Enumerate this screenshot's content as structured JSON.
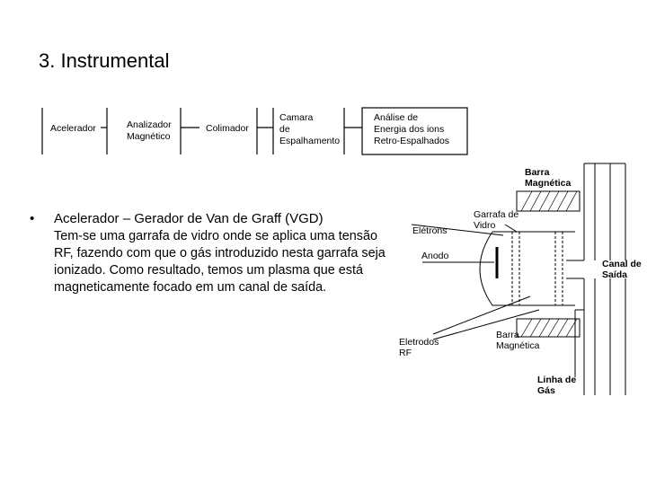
{
  "slide": {
    "title": "3. Instrumental"
  },
  "chain": {
    "boxes": [
      {
        "label": "Acelerador"
      },
      {
        "label": "Analizador\nMagnético"
      },
      {
        "label": "Colimador"
      },
      {
        "label": "Camara\nde\nEspalhamento"
      },
      {
        "label": "Análise de\nEnergia dos ions\nRetro-Espalhados"
      }
    ]
  },
  "bullet": {
    "symbol": "•",
    "heading": "Acelerador",
    "heading_rest": " – Gerador de Van de Graff (VGD)",
    "text": "Tem-se uma garrafa de vidro onde se aplica uma tensão RF, fazendo com que o gás introduzido nesta garrafa seja ionizado. Como resultado, temos um plasma que está magneticamente focado em um canal de saída."
  },
  "diagram": {
    "labels": {
      "barra_top": "Barra\nMagnética",
      "garrafa": "Garrafa de\nVidro",
      "eletrons": "Elétrons",
      "anodo": "Anodo",
      "canal": "Canal de\nSaída",
      "eletrodos": "Eletrodos\nRF",
      "barra_bottom": "Barra\nMagnética",
      "linha": "Linha de\nGás"
    }
  }
}
